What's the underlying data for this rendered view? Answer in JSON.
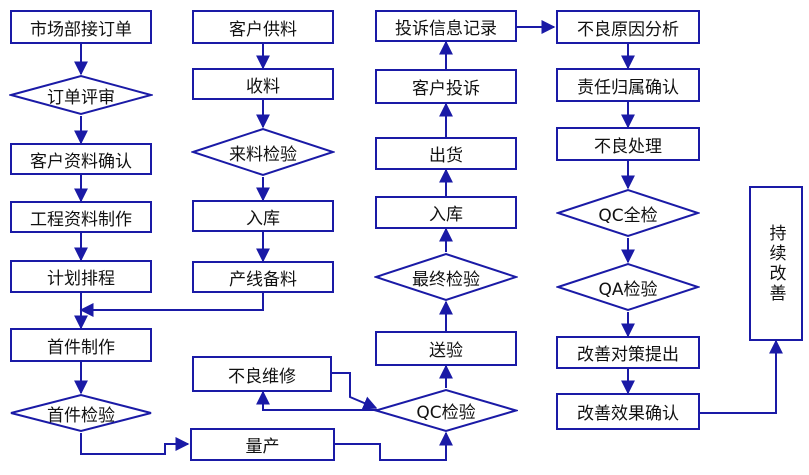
{
  "colors": {
    "stroke": "#1a1aa6",
    "text": "#111111",
    "background": "#ffffff"
  },
  "nodes": {
    "n1": "市场部接订单",
    "n2": "订单评审",
    "n3": "客户资料确认",
    "n4": "工程资料制作",
    "n5": "计划排程",
    "n6": "首件制作",
    "n7": "首件检验",
    "n8": "客户供料",
    "n9": "收料",
    "n10": "来料检验",
    "n11": "入库",
    "n12": "产线备料",
    "n13": "不良维修",
    "n14": "QC检验",
    "n15": "量产",
    "n16": "投诉信息记录",
    "n17": "客户投诉",
    "n18": "出货",
    "n19": "入库",
    "n20": "最终检验",
    "n21": "送验",
    "n22": "不良原因分析",
    "n23": "责任归属确认",
    "n24": "不良处理",
    "n25": "QC全检",
    "n26": "QA检验",
    "n27": "改善对策提出",
    "n28": "改善效果确认",
    "n29": "持续改善"
  }
}
